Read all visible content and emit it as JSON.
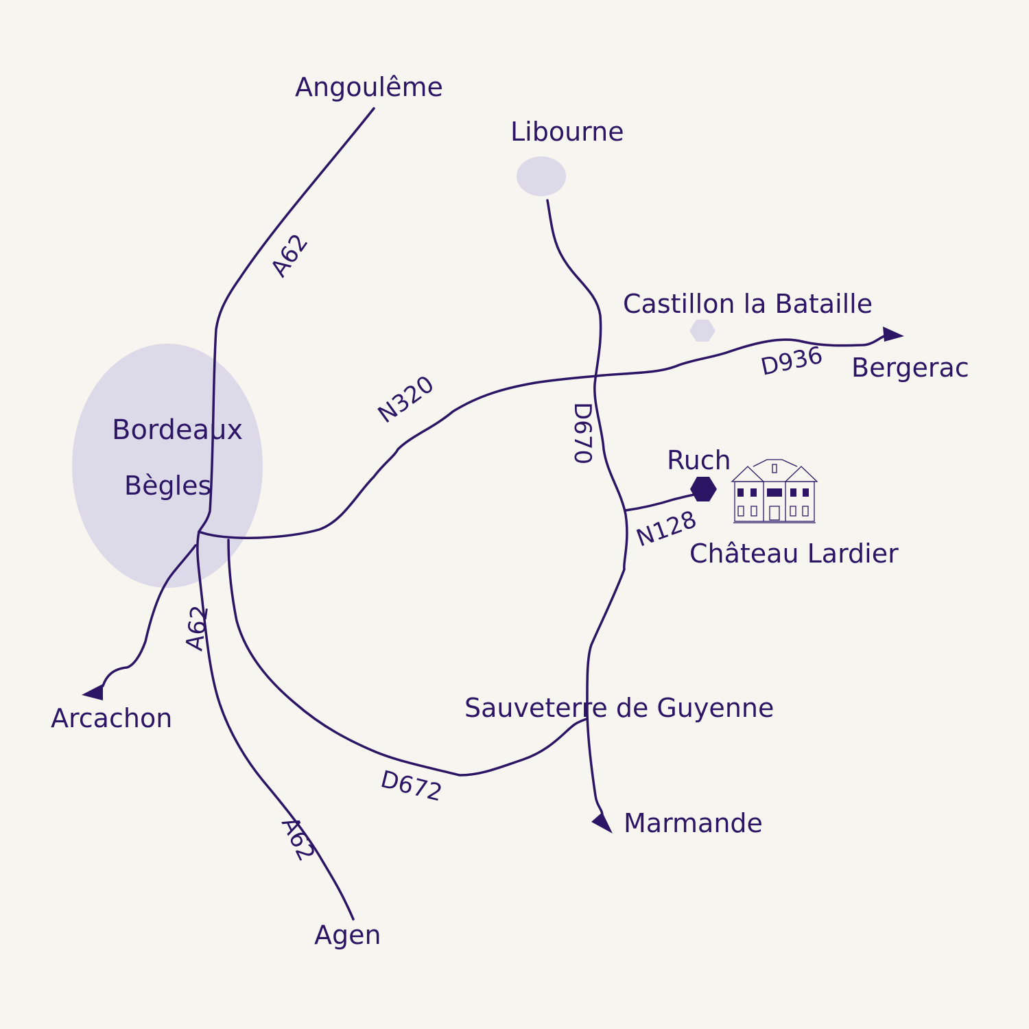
{
  "map": {
    "places": {
      "angouleme": "Angoulême",
      "libourne": "Libourne",
      "castillon": "Castillon la Bataille",
      "bergerac": "Bergerac",
      "bordeaux": "Bordeaux",
      "begles": "Bègles",
      "ruch": "Ruch",
      "chateau": "Château Lardier",
      "arcachon": "Arcachon",
      "sauveterre": "Sauveterre de Guyenne",
      "marmande": "Marmande",
      "agen": "Agen"
    },
    "roads": {
      "a62_north": "A62",
      "a62_south1": "A62",
      "a62_south2": "A62",
      "n320": "N320",
      "d936": "D936",
      "d670": "D670",
      "n128": "N128",
      "d672": "D672"
    },
    "icons": {
      "ruch_marker": "hexagon-marker-icon",
      "castillon_marker": "hexagon-marker-icon",
      "chateau": "chateau-building-icon"
    },
    "colors": {
      "ink": "#2c1565",
      "area": "#dcd9e9",
      "background": "#f7f5ef"
    }
  }
}
